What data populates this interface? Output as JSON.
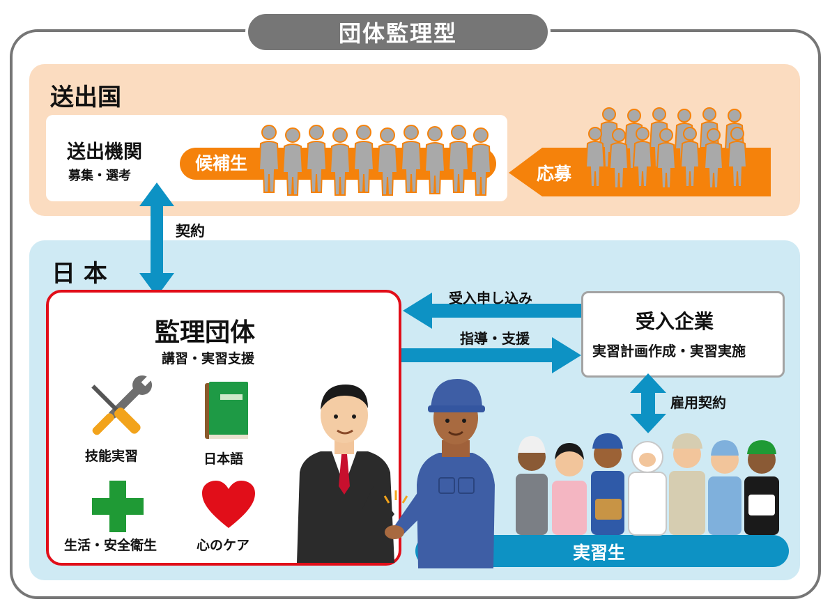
{
  "header": {
    "title": "団体監理型"
  },
  "sending_country": {
    "title": "送出国",
    "agency": {
      "name": "送出機関",
      "duties": "募集・選考"
    },
    "candidates_label": "候補生",
    "apply_label": "応募"
  },
  "contract_label": "契約",
  "japan": {
    "title": "日 本",
    "supervising_org": {
      "name": "監理団体",
      "duties": "講習・実習支援",
      "services": [
        {
          "label": "技能実習",
          "icon": "tools-icon"
        },
        {
          "label": "日本語",
          "icon": "book-icon"
        },
        {
          "label": "生活・安全衛生",
          "icon": "green-cross-icon"
        },
        {
          "label": "心のケア",
          "icon": "heart-icon"
        }
      ]
    },
    "request_label": "受入申し込み",
    "guidance_label": "指導・支援",
    "company": {
      "name": "受入企業",
      "duties": "実習計画作成・実習実施"
    },
    "employment_label": "雇用契約",
    "trainees_label": "実習生"
  },
  "colors": {
    "frame": "#767676",
    "sending_bg": "#fbdcc0",
    "japan_bg": "#cfeaf4",
    "orange": "#f5820b",
    "arrow_blue": "#0d92c4",
    "org_border": "#e10e19"
  }
}
